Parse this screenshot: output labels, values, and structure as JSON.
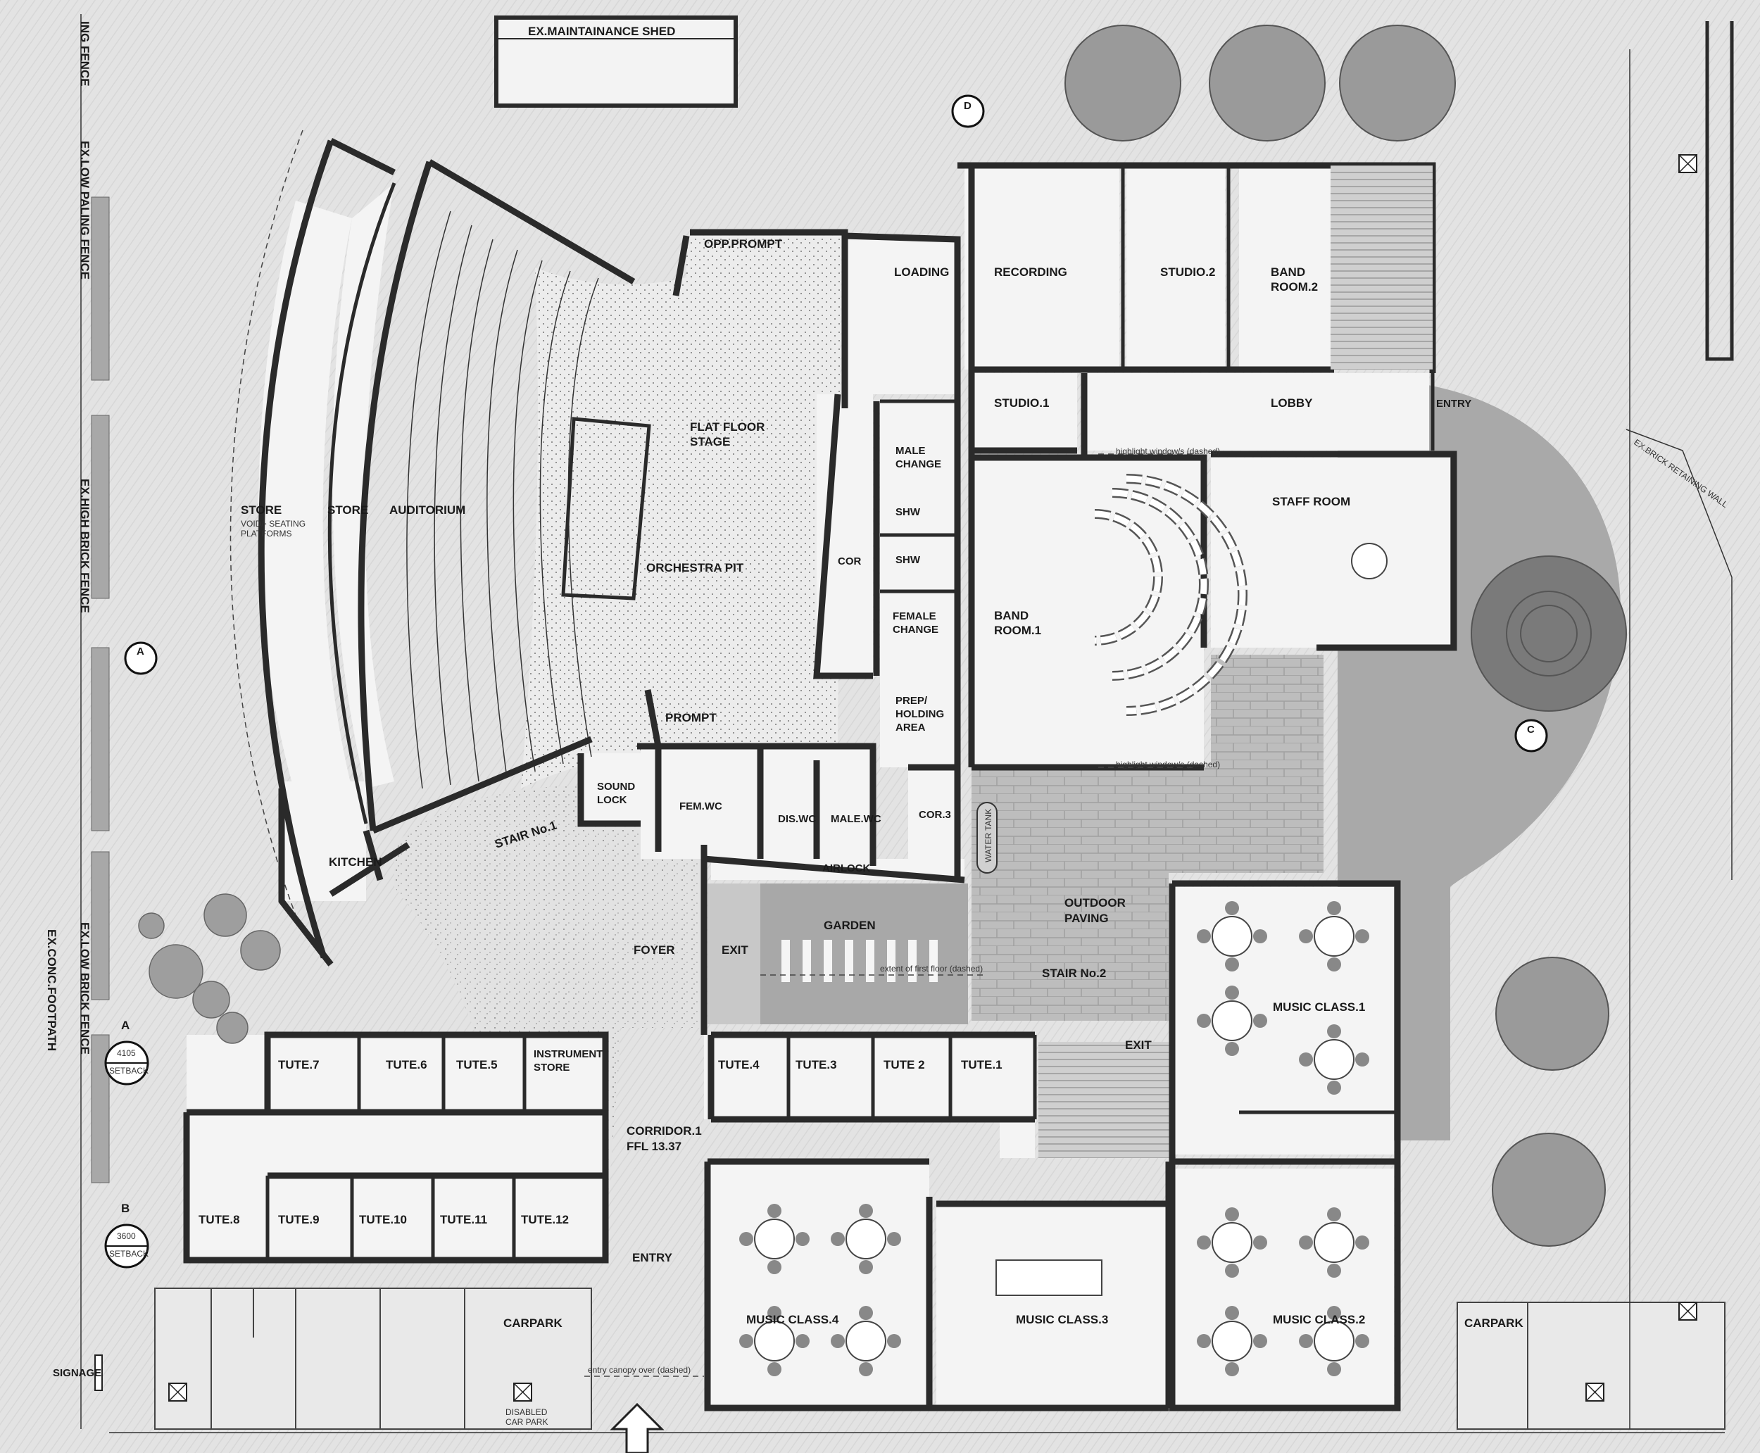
{
  "labels": {
    "ex_shed": "EX.MAINTAINANCE SHED",
    "opp_prompt": "OPP.PROMPT",
    "loading": "LOADING",
    "recording": "RECORDING",
    "studio2": "STUDIO.2",
    "band_room2_a": "BAND",
    "band_room2_b": "ROOM.2",
    "studio1": "STUDIO.1",
    "lobby": "LOBBY",
    "entry_top": "ENTRY",
    "flat_floor_a": "FLAT FLOOR",
    "flat_floor_b": "STAGE",
    "male_change_a": "MALE",
    "male_change_b": "CHANGE",
    "shw1": "SHW",
    "shw2": "SHW",
    "female_change_a": "FEMALE",
    "female_change_b": "CHANGE",
    "store1": "STORE",
    "store_note_a": "VOID/◦ SEATING",
    "store_note_b": "PLATFORMS",
    "store2": "STORE",
    "auditorium": "AUDITORIUM",
    "orchestra_pit": "ORCHESTRA PIT",
    "cor": "COR",
    "staff_room": "STAFF ROOM",
    "band_room1_a": "BAND",
    "band_room1_b": "ROOM.1",
    "prompt": "PROMPT",
    "prep_a": "PREP/",
    "prep_b": "HOLDING",
    "prep_c": "AREA",
    "sound_lock_a": "SOUND",
    "sound_lock_b": "LOCK",
    "fem_wc": "FEM.WC",
    "dis_wc": "DIS.WC",
    "male_wc": "MALE.WC",
    "cor3": "COR.3",
    "water_tank": "WATER TANK",
    "kitchen": "KITCHEN",
    "stair1": "STAIR No.1",
    "airlock": "AIRLOCK",
    "outdoor_paving_a": "OUTDOOR",
    "outdoor_paving_b": "PAVING",
    "garden": "GARDEN",
    "foyer": "FOYER",
    "exit1": "EXIT",
    "stair2": "STAIR No.2",
    "exit2": "EXIT",
    "music_class1": "MUSIC CLASS.1",
    "tute7": "TUTE.7",
    "tute6": "TUTE.6",
    "tute5": "TUTE.5",
    "instrument_store_a": "INSTRUMENT",
    "instrument_store_b": "STORE",
    "tute4": "TUTE.4",
    "tute3": "TUTE.3",
    "tute2": "TUTE 2",
    "tute1": "TUTE.1",
    "corridor1_a": "CORRIDOR.1",
    "corridor1_b": "FFL 13.37",
    "tute8": "TUTE.8",
    "tute9": "TUTE.9",
    "tute10": "TUTE.10",
    "tute11": "TUTE.11",
    "tute12": "TUTE.12",
    "entry_bottom": "ENTRY",
    "carpark_left": "CARPARK",
    "carpark_right": "CARPARK",
    "music_class4": "MUSIC CLASS.4",
    "music_class3": "MUSIC CLASS.3",
    "music_class2": "MUSIC CLASS.2",
    "signage": "SIGNAGE",
    "disabled_a": "DISABLED",
    "disabled_b": "CAR PARK",
    "entry_canopy": "entry canopy over (dashed)",
    "extent_first": "extent of first floor (dashed)",
    "highlight1": "highlight window/s (dashed)",
    "highlight2": "highlight window/s (dashed)",
    "setback_a_letter": "A",
    "setback_a_dim": "4105",
    "setback_a_text": "SETBACK",
    "setback_b_letter": "B",
    "setback_b_dim": "3600",
    "setback_b_text": "SETBACK",
    "section_a": "A",
    "section_c": "C",
    "section_d": "D",
    "fence1": "ING FENCE",
    "fence2": "EX.LOW PALING FENCE",
    "fence3": "EX.HIGH BRICK FENCE",
    "fence4": "EX.LOW BRICK FENCE",
    "footpath": "EX.CONC.FOOTPATH",
    "ex_brick_wall": "EX.BRICK RETAINING WALL"
  }
}
